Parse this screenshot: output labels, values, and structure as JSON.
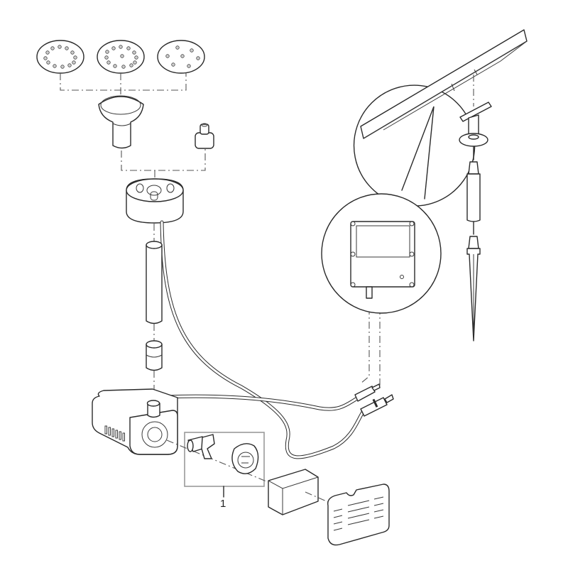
{
  "diagram": {
    "type": "exploded-assembly-view",
    "subject": "Solar fountain pump kit",
    "callouts": [
      {
        "id": "callout-1",
        "text": "1",
        "refers_to": "impeller-and-cover-set"
      }
    ],
    "parts": [
      {
        "name": "nozzle-disc-12-holes-ring"
      },
      {
        "name": "nozzle-disc-12-holes-ring-center"
      },
      {
        "name": "nozzle-disc-7-holes"
      },
      {
        "name": "bell-nozzle"
      },
      {
        "name": "small-jet-nozzle"
      },
      {
        "name": "nozzle-adapter-base"
      },
      {
        "name": "extension-tube"
      },
      {
        "name": "tube-connector"
      },
      {
        "name": "pump-housing"
      },
      {
        "name": "impeller"
      },
      {
        "name": "impeller-cover"
      },
      {
        "name": "foam-filter"
      },
      {
        "name": "filter-cage"
      },
      {
        "name": "solar-panel"
      },
      {
        "name": "panel-mount-bracket"
      },
      {
        "name": "mounting-pole"
      },
      {
        "name": "ground-spike"
      },
      {
        "name": "control-box-detail"
      },
      {
        "name": "plug-connectors"
      }
    ],
    "colors": {
      "line": "#2a2a2a",
      "dash": "#555555",
      "frame": "#9a9a9a",
      "background": "#ffffff"
    }
  }
}
